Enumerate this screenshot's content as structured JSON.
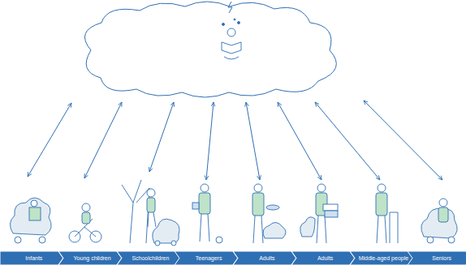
{
  "diagram": {
    "nodes": [
      {
        "text": [
          "Infants"
        ]
      },
      {
        "text": [
          "Young children"
        ]
      },
      {
        "text": [
          "Schoolchildren"
        ]
      },
      {
        "text": [
          "Teenagers"
        ]
      },
      {
        "text": [
          "Adults"
        ]
      },
      {
        "text": [
          "Adults"
        ]
      },
      {
        "text": [
          "Middle-aged people"
        ]
      },
      {
        "text": [
          "Seniors"
        ]
      }
    ]
  }
}
